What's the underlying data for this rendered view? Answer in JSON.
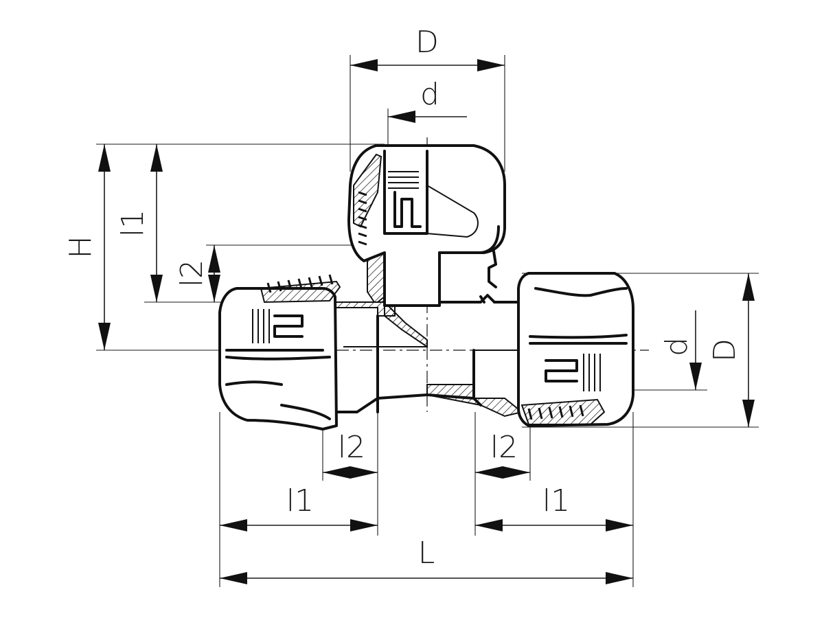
{
  "labels": {
    "branch_outer_diameter": "D",
    "branch_pipe_diameter": "d",
    "height": "H",
    "branch_insertion_depth": "l1",
    "branch_socket_depth": "l2",
    "run_outer_diameter": "D",
    "run_pipe_diameter": "d",
    "left_socket_depth": "l2",
    "right_socket_depth": "l2",
    "left_insertion_depth": "l1",
    "right_insertion_depth": "l1",
    "overall_length": "L"
  }
}
